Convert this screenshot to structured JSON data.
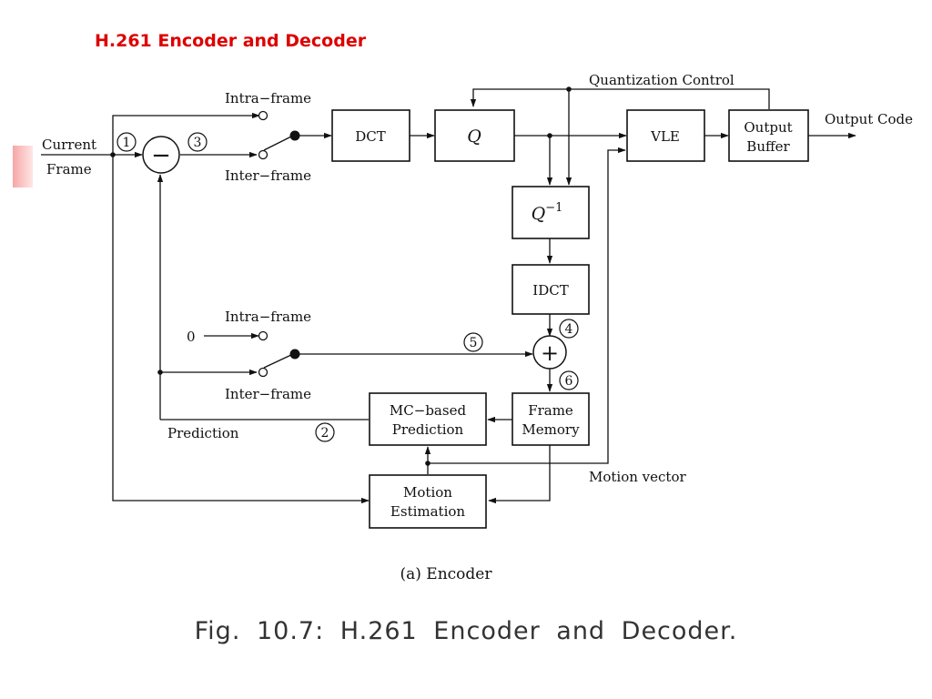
{
  "slide_title": "H.261 Encoder and Decoder",
  "figure_caption": "Fig. 10.7: H.261 Encoder and Decoder.",
  "diagram": {
    "subcaption": "(a)  Encoder",
    "blocks": {
      "dct": "DCT",
      "q": "Q",
      "q_inverse": "Q",
      "q_inverse_exp": "−1",
      "idct": "IDCT",
      "vle": "VLE",
      "output_buffer_l1": "Output",
      "output_buffer_l2": "Buffer",
      "frame_memory_l1": "Frame",
      "frame_memory_l2": "Memory",
      "mc_prediction_l1": "MC−based",
      "mc_prediction_l2": "Prediction",
      "motion_estimation_l1": "Motion",
      "motion_estimation_l2": "Estimation"
    },
    "labels": {
      "current_l1": "Current",
      "current_l2": "Frame",
      "intra_top": "Intra−frame",
      "inter_top": "Inter−frame",
      "intra_bottom": "Intra−frame",
      "inter_bottom": "Inter−frame",
      "zero": "0",
      "quantization_control": "Quantization Control",
      "output_code": "Output Code",
      "prediction": "Prediction",
      "motion_vector": "Motion vector"
    },
    "operators": {
      "subtract": "−",
      "add": "+"
    },
    "circled_numbers": [
      "1",
      "2",
      "3",
      "4",
      "5",
      "6"
    ]
  }
}
